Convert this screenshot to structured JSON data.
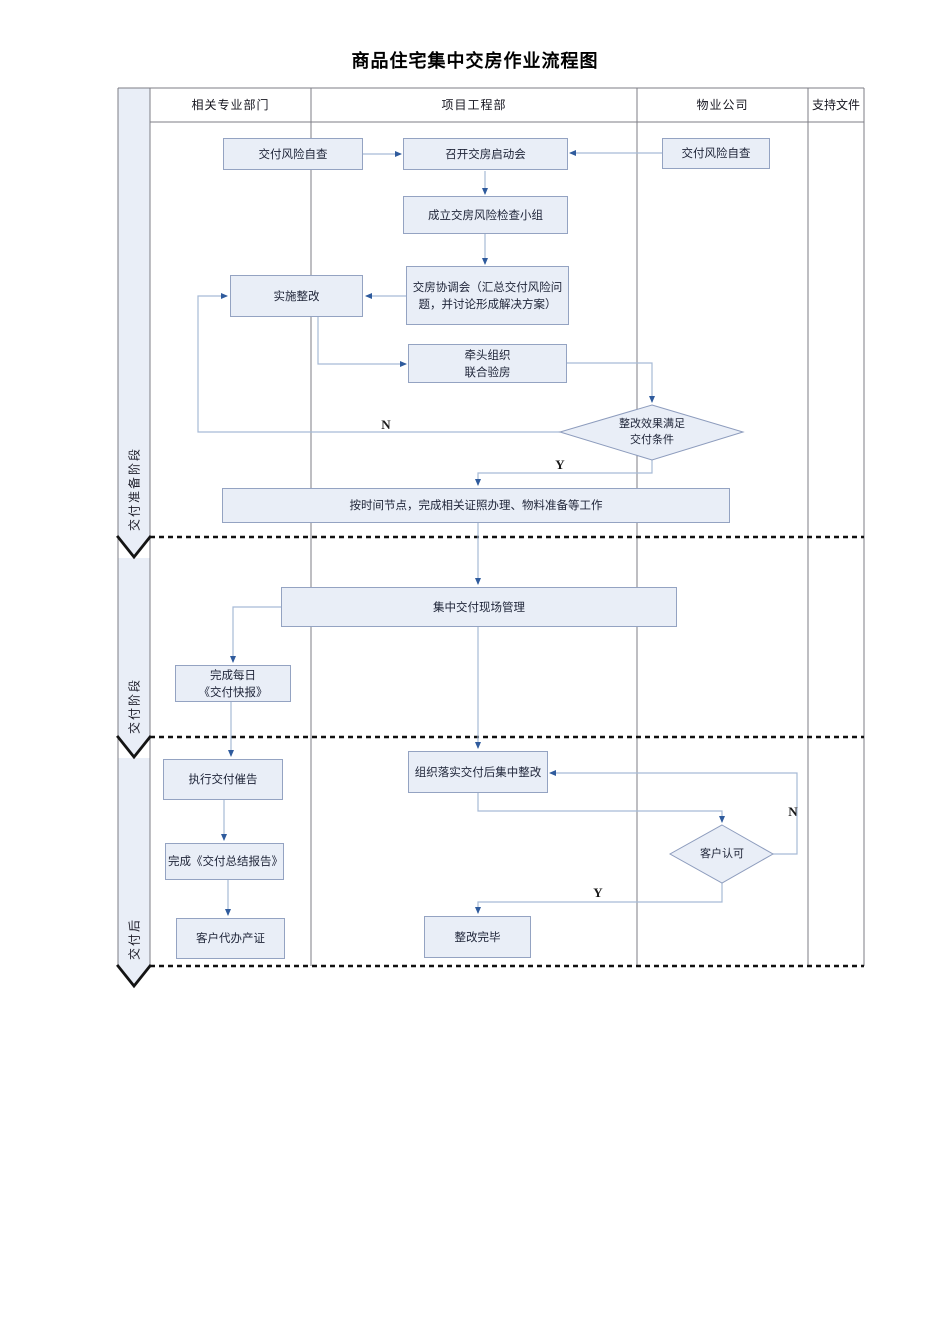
{
  "title": "商品住宅集中交房作业流程图",
  "columns": [
    "相关专业部门",
    "项目工程部",
    "物业公司",
    "支持文件"
  ],
  "stages": [
    "交付准备阶段",
    "交付阶段",
    "交付后"
  ],
  "nodes": {
    "self_check_left": "交付风险自查",
    "kickoff": "召开交房启动会",
    "self_check_right": "交付风险自查",
    "risk_team": "成立交房风险检查小组",
    "coord_meeting": "交房协调会（汇总交付风险问\n题，并讨论形成解决方案）",
    "implement_fix": "实施整改",
    "joint_inspection": "牵头组织\n联合验房",
    "decision_ready": "整改效果满足\n交付条件",
    "prepare_docs": "按时间节点，完成相关证照办理、物料准备等工作",
    "site_mgmt": "集中交付现场管理",
    "daily_report": "完成每日\n《交付快报》",
    "reminder": "执行交付催告",
    "summary_report": "完成《交付总结报告》",
    "property_cert": "客户代办产证",
    "post_fix": "组织落实交付后集中整改",
    "decision_accept": "客户认可",
    "fix_done": "整改完毕"
  },
  "edge_labels": {
    "n1": "N",
    "y1": "Y",
    "n2": "N",
    "y2": "Y"
  },
  "colors": {
    "box_fill": "#e9eef7",
    "box_border": "#94a3c2",
    "band_fill": "#e9eef7",
    "arrow_line": "#a6bad6",
    "arrow_head": "#2f5b9d",
    "grid_line": "#7d7d85",
    "separator": "#111111"
  }
}
